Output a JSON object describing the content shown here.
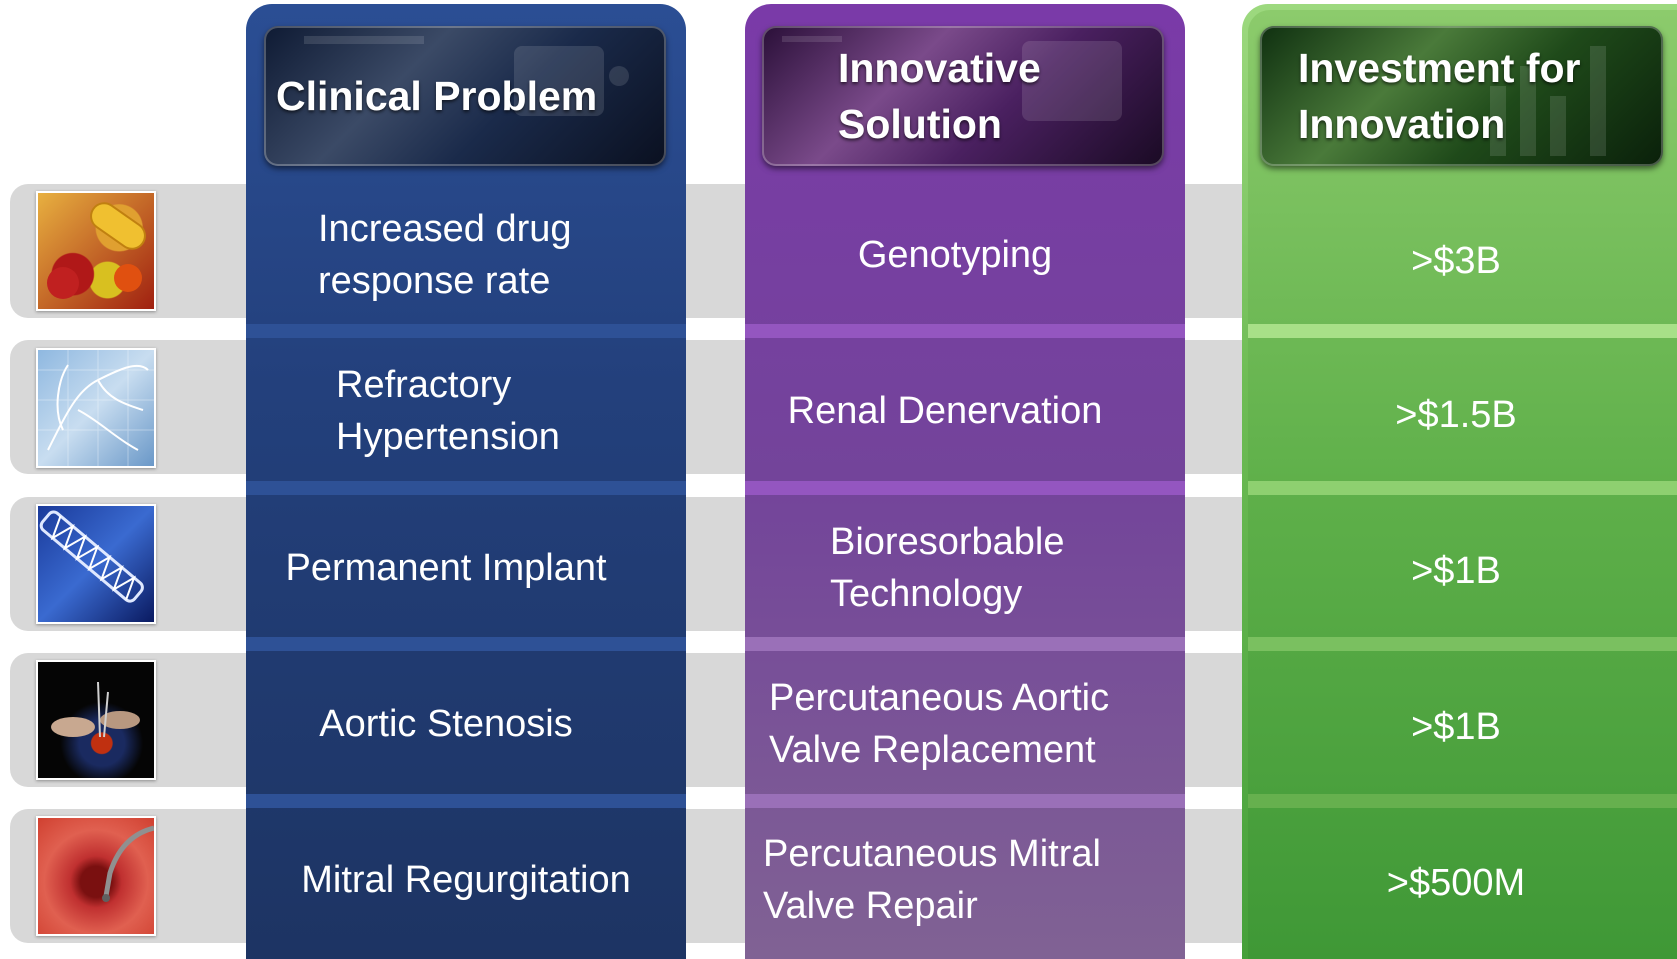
{
  "headers": {
    "clinical_problem": "Clinical Problem",
    "innovative_solution": "Innovative\nSolution",
    "investment": "Investment for\nInnovation"
  },
  "rows": [
    {
      "icon": "pills-photo-icon",
      "problem": "Increased drug\nresponse rate",
      "solution": "Genotyping",
      "investment": ">$3B"
    },
    {
      "icon": "blood-vessel-xray-icon",
      "problem": "Refractory\nHypertension",
      "solution": "Renal Denervation",
      "investment": ">$1.5B"
    },
    {
      "icon": "stent-icon",
      "problem": "Permanent Implant",
      "solution": "Bioresorbable\nTechnology",
      "investment": ">$1B"
    },
    {
      "icon": "surgery-photo-icon",
      "problem": "Aortic Stenosis",
      "solution": "Percutaneous Aortic\nValve Replacement",
      "investment": ">$1B"
    },
    {
      "icon": "heart-valve-photo-icon",
      "problem": "Mitral Regurgitation",
      "solution": "Percutaneous Mitral\nValve Repair",
      "investment": ">$500M"
    }
  ],
  "colors": {
    "clinical_problem_column": "#23407c",
    "innovative_solution_column": "#73449a",
    "investment_column": "#5fb04a",
    "row_band": "#d8d8d8"
  }
}
